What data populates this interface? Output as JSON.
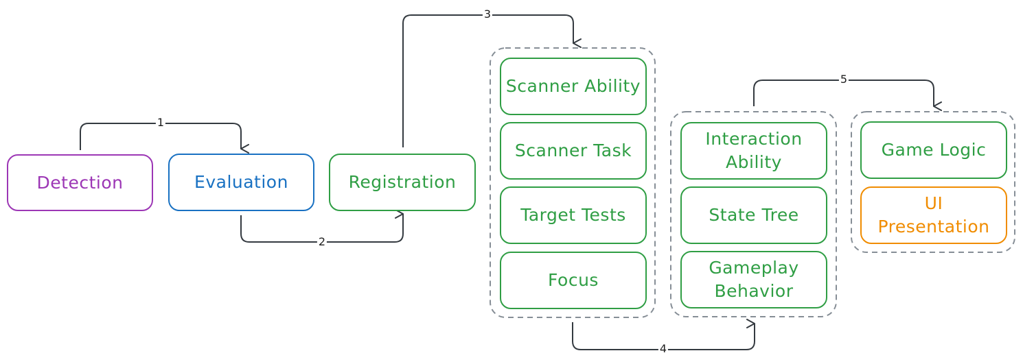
{
  "nodes": {
    "detection": "Detection",
    "evaluation": "Evaluation",
    "registration": "Registration",
    "scanner_ability": "Scanner Ability",
    "scanner_task": "Scanner Task",
    "target_tests": "Target Tests",
    "focus": "Focus",
    "interaction_ability": "Interaction\nAbility",
    "state_tree": "State Tree",
    "gameplay_behavior": "Gameplay\nBehavior",
    "game_logic": "Game Logic",
    "ui_presentation": "UI\nPresentation"
  },
  "edges": {
    "e1": "1",
    "e2": "2",
    "e3": "3",
    "e4": "4",
    "e5": "5"
  },
  "colors": {
    "purple": "#9c36b5",
    "blue": "#1971c2",
    "green": "#2f9e44",
    "orange": "#f08c00",
    "arrow": "#343a40",
    "group_border": "#868e96"
  }
}
